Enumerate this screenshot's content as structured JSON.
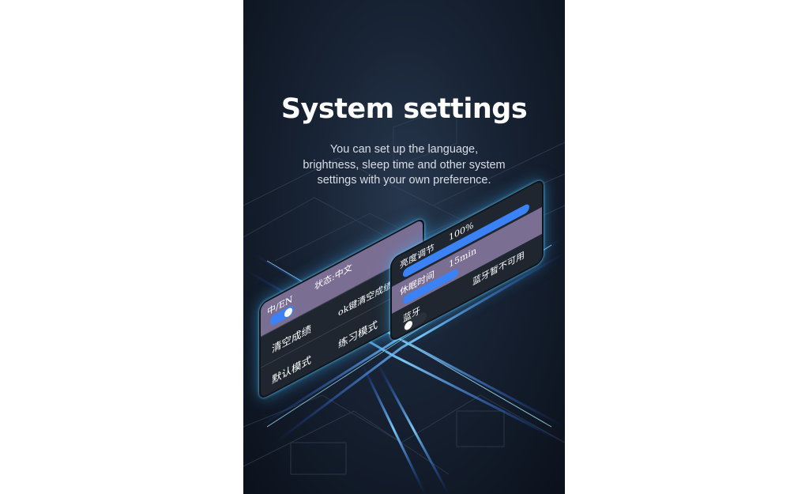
{
  "heading": {
    "title": "System settings",
    "subtitle_lines": [
      "You can set up the language,",
      "brightness, sleep time and other system",
      "settings with your own preference."
    ]
  },
  "left_card": {
    "language_label": "中/EN",
    "status_label": "状态:中文",
    "language_toggle_on": true,
    "clear_scores_label": "清空成绩",
    "clear_scores_hint": "ok键清空成绩",
    "default_mode_label": "默认模式",
    "practice_mode_label": "练习模式"
  },
  "right_card": {
    "brightness_label": "亮度调节",
    "brightness_value": "100%",
    "brightness_level": 1.0,
    "sleep_label": "休眠时间",
    "sleep_value": "15min",
    "bluetooth_label": "蓝牙",
    "bluetooth_status": "蓝牙暂不可用",
    "bluetooth_toggle_on": false
  },
  "colors": {
    "accent_blue": "#3b82f6",
    "highlight_purple": "#7b6e93",
    "glow": "#3cb4ff"
  }
}
